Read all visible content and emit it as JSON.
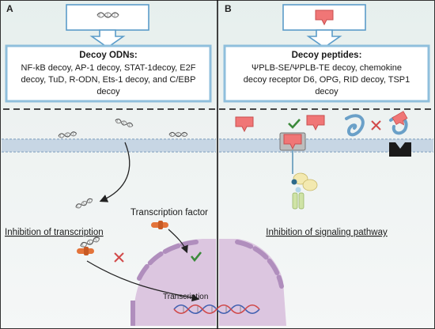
{
  "panel_a": {
    "letter": "A",
    "box_title": "Decoy ODNs:",
    "box_lines": [
      "NF-kB decoy, AP-1 decoy, STAT-1decoy, E2F",
      "decoy, TuD, R-ODN, Ets-1 decoy, and C/EBP",
      "decoy"
    ],
    "transcription_factor_label": "Transcription factor",
    "inhibition_label": "Inhibition of transcription",
    "transcription_label": "Transcription"
  },
  "panel_b": {
    "letter": "B",
    "box_title": "Decoy peptides:",
    "box_lines": [
      "ΨPLB-SE/ΨPLB-TE decoy, chemokine",
      "decoy receptor D6, OPG, RID decoy, TSP1",
      "decoy"
    ],
    "inhibition_label": "Inhibition of signaling pathway"
  },
  "colors": {
    "panel_bg_top": "#e8f0ee",
    "panel_bg_bottom": "#f6f8f8",
    "box_border": "#8fbfdc",
    "membrane": "#c5d5e4",
    "peptide": "#f07676",
    "nucleus": "#dcc8e2",
    "check": "#3b8a3b",
    "cross": "#d24a4a"
  }
}
